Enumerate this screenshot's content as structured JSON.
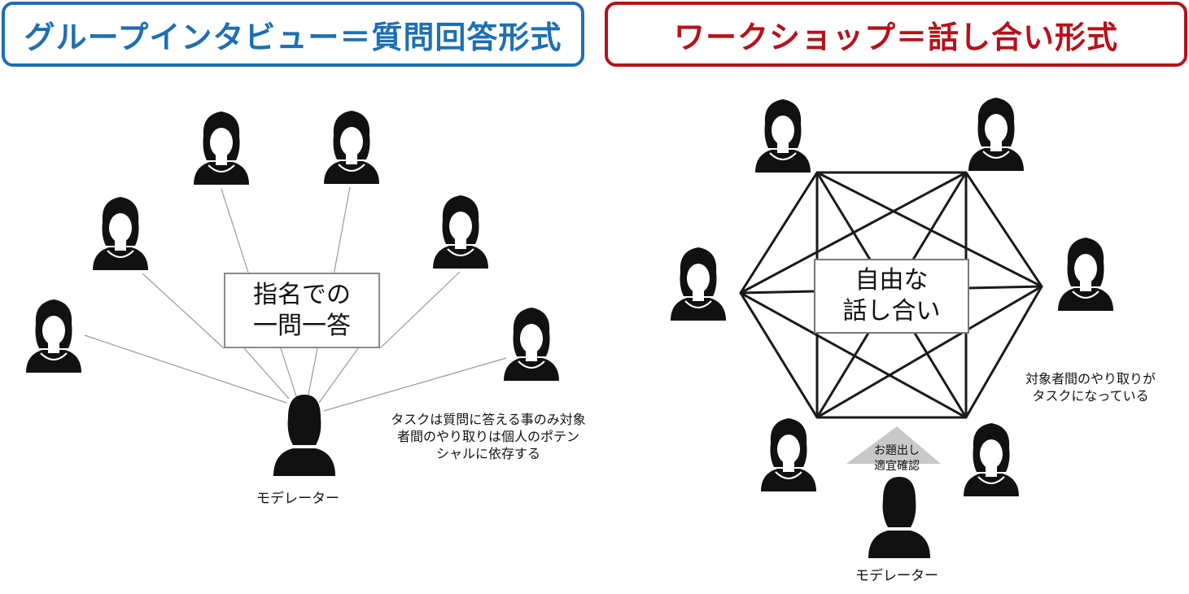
{
  "left_panel": {
    "title": "グループインタビュー＝質問回答形式",
    "title_color": "#1f6fb2",
    "center_box": [
      "指名での",
      "一問一答"
    ],
    "note": [
      "タスクは質問に答える事のみ対象",
      "者間のやり取りは個人のポテン",
      "シャルに依存する"
    ],
    "moderator_label": "モデレーター"
  },
  "right_panel": {
    "title": "ワークショップ＝話し合い形式",
    "title_color": "#b5121b",
    "center_box": [
      "自由な",
      "話し合い"
    ],
    "note": [
      "対象者間のやり取りが",
      "タスクになっている"
    ],
    "triangle_label": [
      "お題出し",
      "適宜確認"
    ],
    "moderator_label": "モデレーター"
  },
  "icons": {
    "participant": "woman-silhouette-icon",
    "moderator": "moderator-silhouette-icon"
  }
}
